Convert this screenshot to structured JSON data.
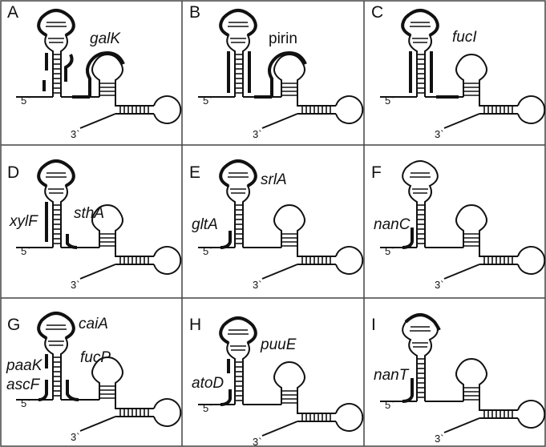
{
  "panels": [
    {
      "letter": "A",
      "genes": [
        "galK"
      ]
    },
    {
      "letter": "B",
      "genes": [
        "pirin"
      ]
    },
    {
      "letter": "C",
      "genes": [
        "fucI"
      ]
    },
    {
      "letter": "D",
      "genes": [
        "xylF",
        "sthA"
      ]
    },
    {
      "letter": "E",
      "genes": [
        "srlA",
        "gltA"
      ]
    },
    {
      "letter": "F",
      "genes": [
        "nanC"
      ]
    },
    {
      "letter": "G",
      "genes": [
        "caiA",
        "fucP",
        "paaK",
        "ascF"
      ]
    },
    {
      "letter": "H",
      "genes": [
        "puuE",
        "atoD"
      ]
    },
    {
      "letter": "I",
      "genes": [
        "nanT"
      ]
    }
  ],
  "end_labels": {
    "five_prime": "5`",
    "three_prime": "3`"
  },
  "colors": {
    "line": "#111111",
    "grid": "#444444",
    "background": "#ffffff"
  }
}
